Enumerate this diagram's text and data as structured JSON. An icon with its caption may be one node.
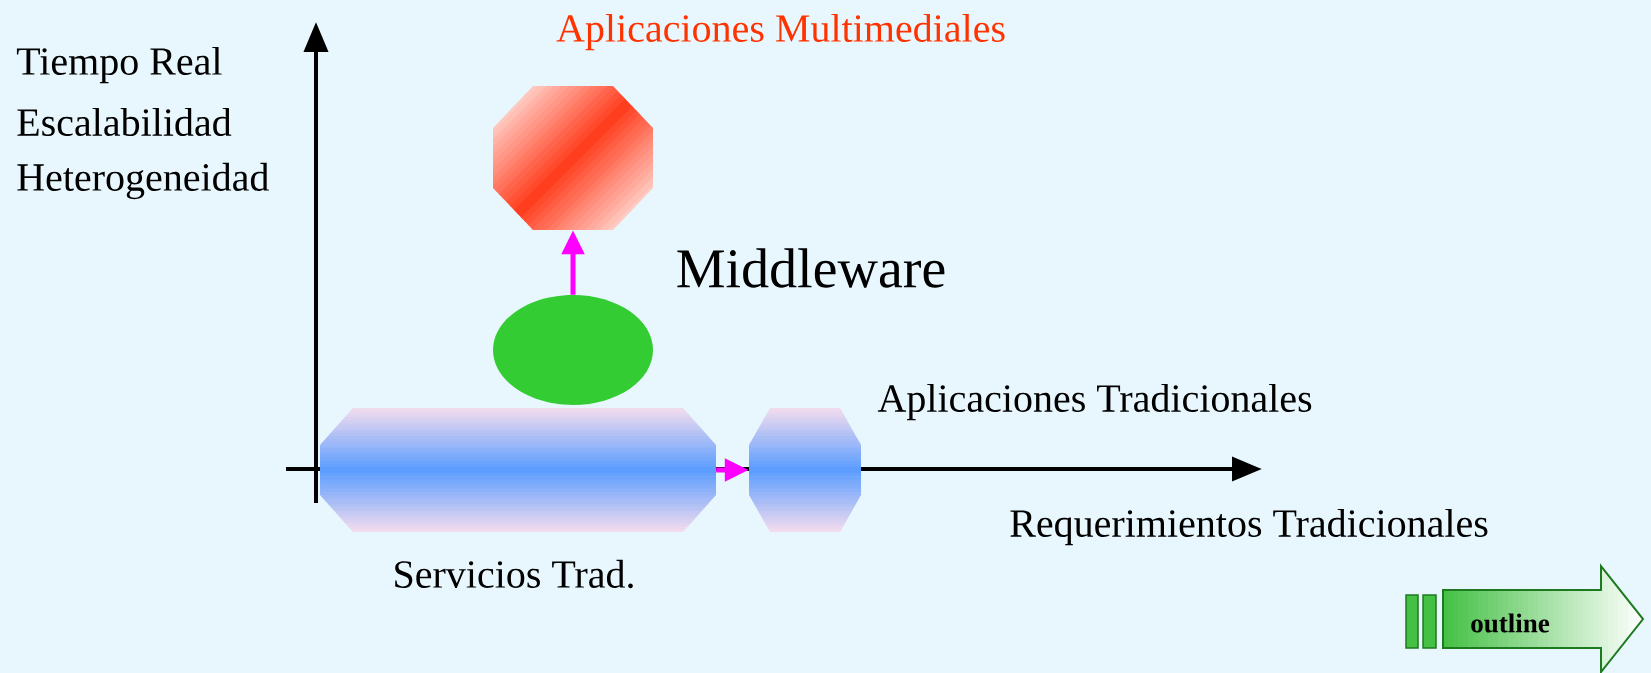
{
  "diagram": {
    "nodes": [
      {
        "text": [
          "Servicios Trad."
        ]
      },
      {
        "text": [
          "Aplicaciones Tradicionales"
        ]
      },
      {
        "text": [],
        "shape": "ellipse",
        "beside": [
          "Middleware"
        ]
      },
      {
        "text": [
          "Aplicaciones Multimediales"
        ]
      },
      {
        "text": [
          "outline"
        ]
      }
    ],
    "edges": [
      {
        "from": 0,
        "to": 1,
        "arrow": "to"
      },
      {
        "from": 2,
        "to": 3,
        "arrow": "to"
      }
    ],
    "labels": [
      "Tiempo Real",
      "Escalabilidad",
      "Heterogeneidad",
      "Requerimientos Tradicionales"
    ]
  }
}
